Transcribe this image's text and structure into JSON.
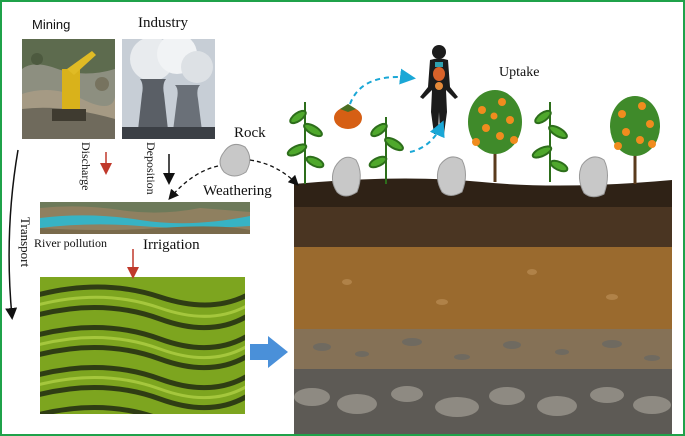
{
  "labels": {
    "mining": "Mining",
    "industry": "Industry",
    "rock": "Rock",
    "uptake": "Uptake",
    "weathering": "Weathering",
    "discharge": "Discharge",
    "deposition": "Deposition",
    "transport": "Transport",
    "river_pollution": "River pollution",
    "irrigation": "Irrigation"
  },
  "colors": {
    "frame": "#1fa24a",
    "red_arrow": "#c0392b",
    "blue_arrow": "#1aa7d6",
    "big_arrow": "#4a90d9",
    "topsoil": "#3a2a1c",
    "subsoil": "#9a6a2e",
    "gravel": "#8a7a62"
  },
  "icons": [
    "mining-photo",
    "power-plant-photo",
    "river-photo",
    "terraced-field-photo",
    "human-body-icon",
    "persimmon-icon",
    "rock-icon",
    "seedling-icon",
    "orange-tree-icon"
  ]
}
